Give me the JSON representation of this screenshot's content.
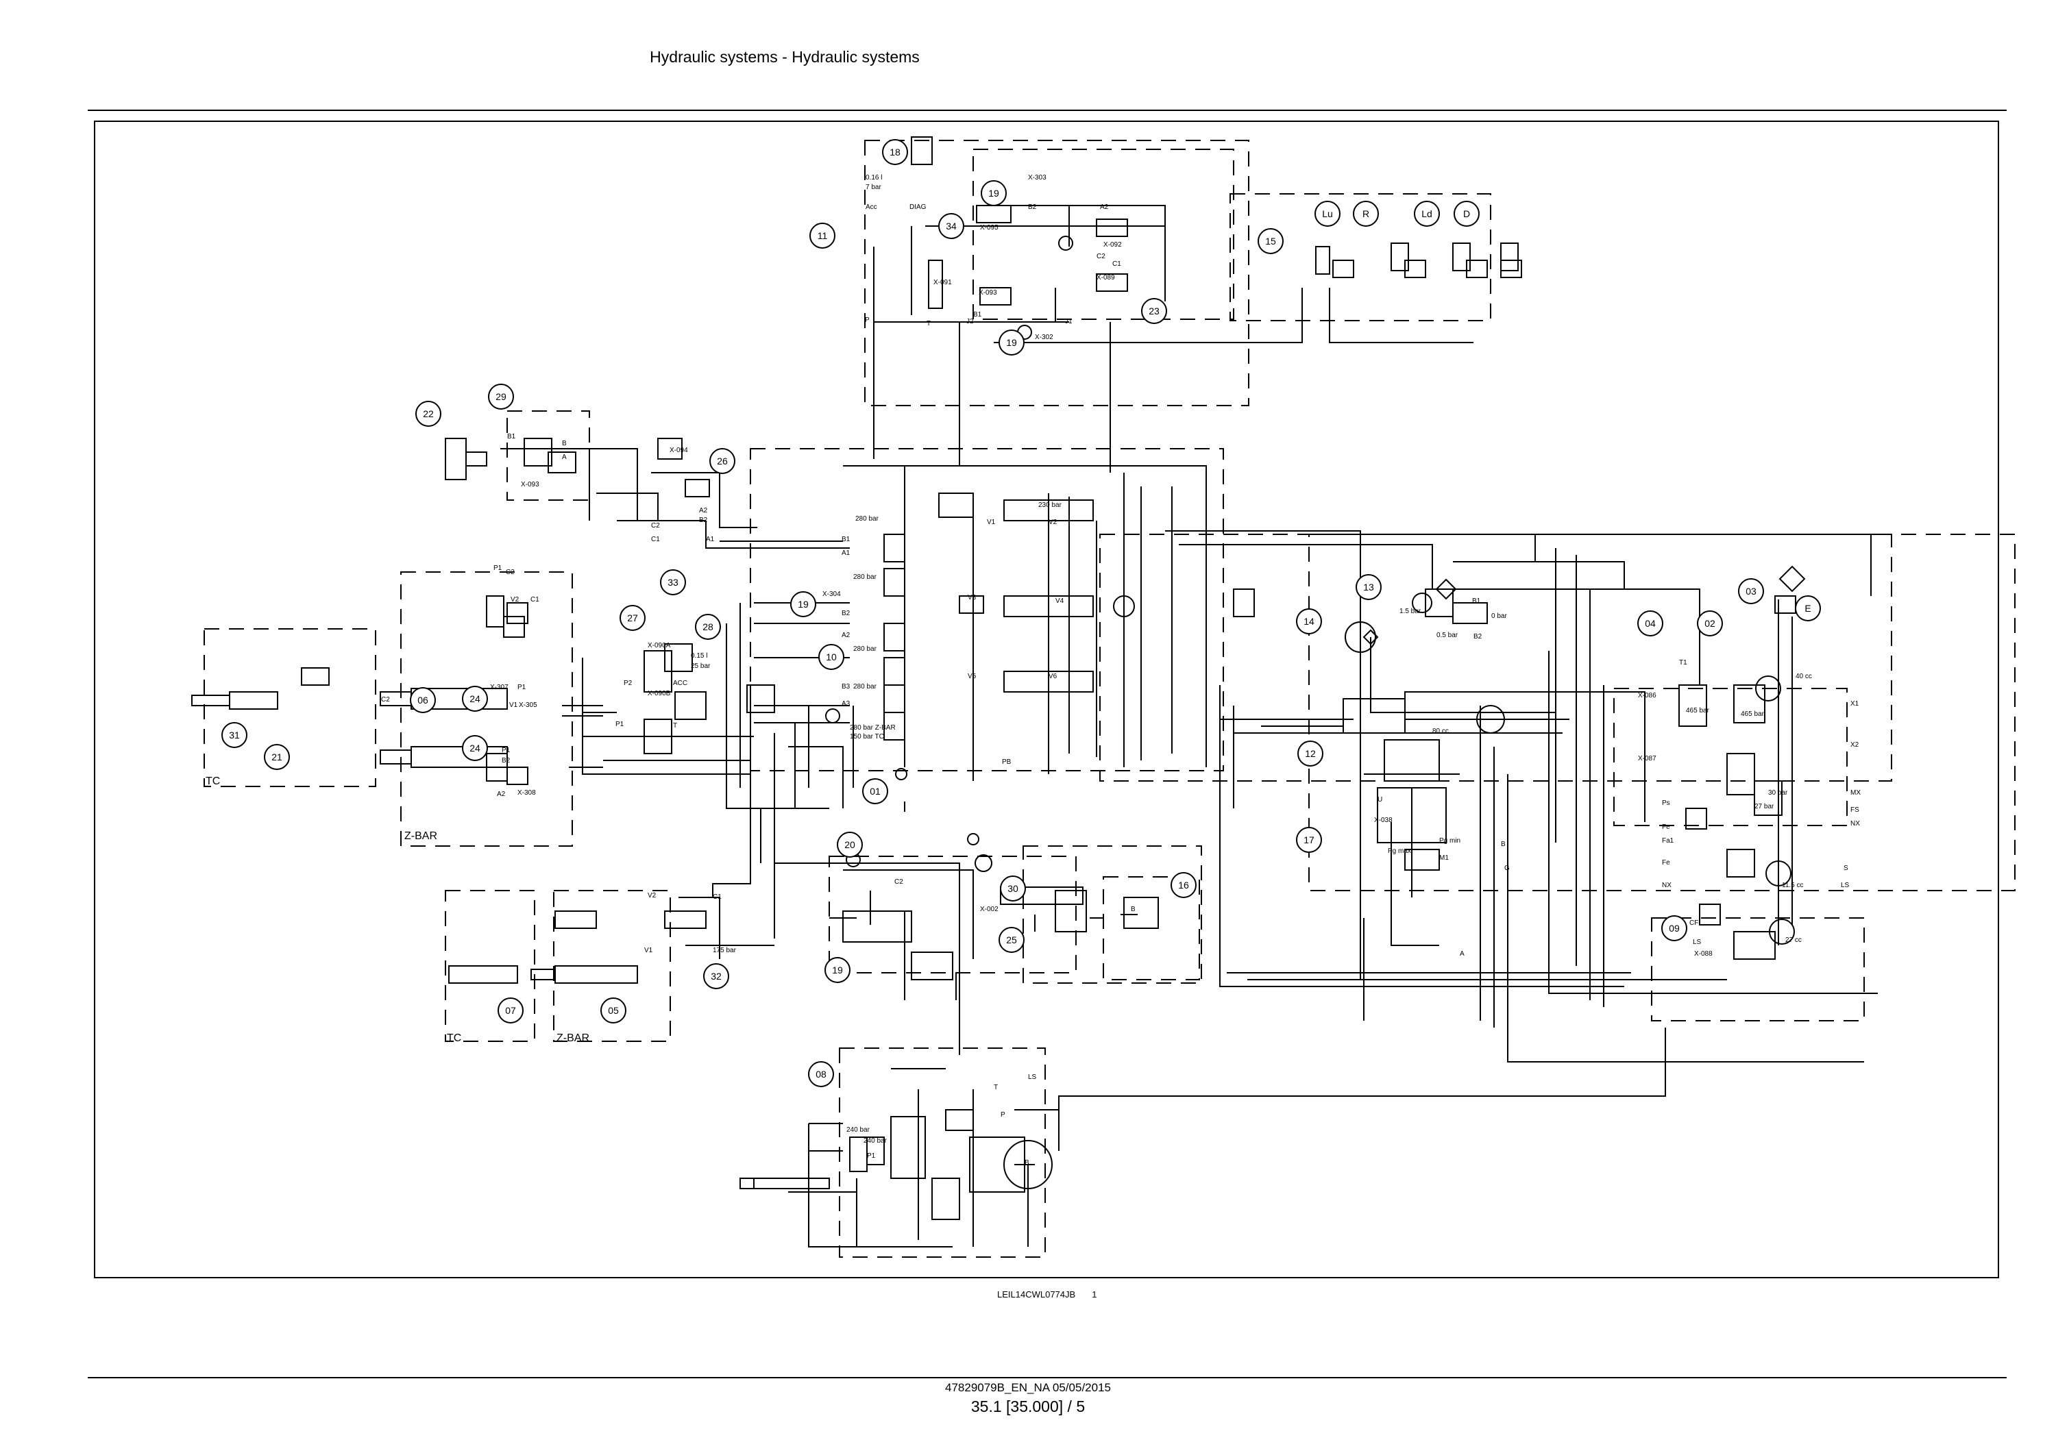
{
  "header": {
    "title": "Hydraulic systems - Hydraulic systems"
  },
  "figure": {
    "reference": "LEIL14CWL0774JB",
    "number": "1"
  },
  "footer": {
    "document": "47829079B_EN_NA 05/05/2015",
    "page": "35.1 [35.000] / 5"
  },
  "diagram": {
    "callouts": [
      {
        "id": "18"
      },
      {
        "id": "19"
      },
      {
        "id": "34"
      },
      {
        "id": "11"
      },
      {
        "id": "23"
      },
      {
        "id": "19"
      },
      {
        "id": "Lu"
      },
      {
        "id": "R"
      },
      {
        "id": "Ld"
      },
      {
        "id": "D"
      },
      {
        "id": "15"
      },
      {
        "id": "22"
      },
      {
        "id": "29"
      },
      {
        "id": "26"
      },
      {
        "id": "33"
      },
      {
        "id": "19"
      },
      {
        "id": "10"
      },
      {
        "id": "27"
      },
      {
        "id": "28"
      },
      {
        "id": "13"
      },
      {
        "id": "14"
      },
      {
        "id": "12"
      },
      {
        "id": "03"
      },
      {
        "id": "E"
      },
      {
        "id": "04"
      },
      {
        "id": "02"
      },
      {
        "id": "06"
      },
      {
        "id": "24"
      },
      {
        "id": "24"
      },
      {
        "id": "31"
      },
      {
        "id": "21"
      },
      {
        "id": "01"
      },
      {
        "id": "17"
      },
      {
        "id": "20"
      },
      {
        "id": "30"
      },
      {
        "id": "16"
      },
      {
        "id": "19"
      },
      {
        "id": "25"
      },
      {
        "id": "32"
      },
      {
        "id": "07"
      },
      {
        "id": "05"
      },
      {
        "id": "09"
      },
      {
        "id": "08"
      }
    ],
    "group_labels": [
      "TC",
      "Z-BAR",
      "TC",
      "Z-BAR"
    ],
    "annotations": [
      "0.16 l",
      "7 bar",
      "Acc",
      "DIAG",
      "X-303",
      "B2",
      "A2",
      "X-095",
      "X-092",
      "C2",
      "X-091",
      "X-093",
      "C1",
      "X-089",
      "B1",
      "J2",
      "J1",
      "X-302",
      "P",
      "T",
      "B1",
      "X-093",
      "B",
      "A",
      "X-094",
      "A2",
      "B2",
      "C2",
      "C1",
      "A1",
      "280 bar",
      "230 bar",
      "V1",
      "V2",
      "V3",
      "V4",
      "V5",
      "V6",
      "280 bar",
      "280 bar",
      "280 bar",
      "280 bar Z-BAR",
      "150 bar TC",
      "B1",
      "A1",
      "B2",
      "A2",
      "B3",
      "A3",
      "X-304",
      "PB",
      "X-090A",
      "X-090B",
      "P2",
      "P1",
      "T",
      "0.15 l",
      "25 bar",
      "ACC",
      "1.5 bar",
      "0.5 bar",
      "B1",
      "B2",
      "0 bar",
      "40 cc",
      "465 bar",
      "465 bar",
      "30 bar",
      "27 bar",
      "11.5 cc",
      "27 cc",
      "X-086",
      "X-087",
      "T1",
      "X1",
      "X2",
      "MX",
      "FS",
      "NX",
      "S",
      "Ps",
      "Fe",
      "Fa1",
      "Fe",
      "NX",
      "LS",
      "CF",
      "LS",
      "X-088",
      "80 cc",
      "Pg max",
      "Pg min",
      "M1",
      "A",
      "B",
      "G",
      "U",
      "X-038",
      "X-002",
      "B",
      "C2",
      "V2",
      "C1",
      "V1",
      "175 bar",
      "T",
      "LS",
      "P",
      "B",
      "240 bar",
      "240 bar",
      "P1",
      "P1",
      "C2",
      "V2",
      "C1",
      "V1",
      "X-305",
      "X-307",
      "P1",
      "P1",
      "B2",
      "A2",
      "X-308",
      "C2"
    ]
  }
}
